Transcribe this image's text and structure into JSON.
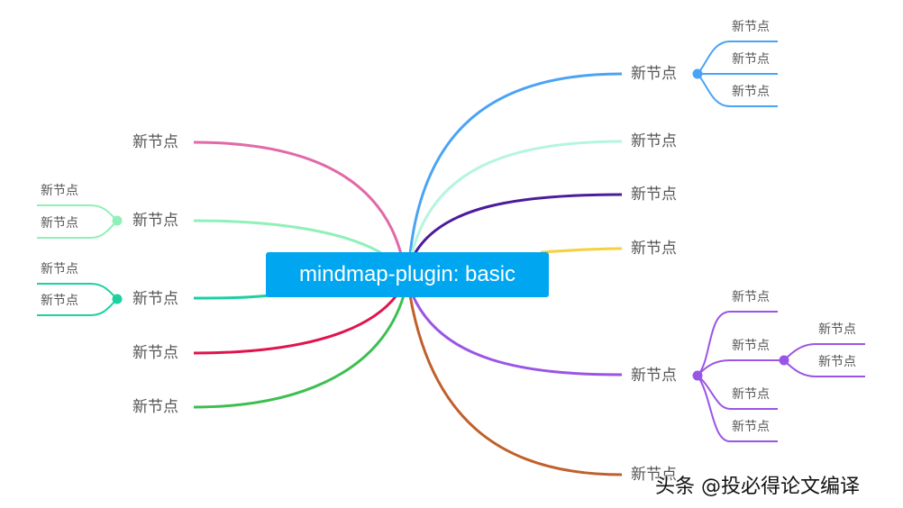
{
  "root": {
    "label": "mindmap-plugin: basic",
    "color": "#00a6f0"
  },
  "right_nodes": [
    {
      "label": "新节点",
      "color": "#4aa3f5",
      "children": [
        "新节点",
        "新节点",
        "新节点"
      ]
    },
    {
      "label": "新节点",
      "color": "#b5f5e0"
    },
    {
      "label": "新节点",
      "color": "#4b1c9a"
    },
    {
      "label": "新节点",
      "color": "#f5d040"
    },
    {
      "label": "新节点",
      "color": "#9b55e6",
      "children": [
        "新节点",
        "新节点",
        "新节点",
        "新节点"
      ],
      "grandchildren": [
        "新节点",
        "新节点"
      ]
    },
    {
      "label": "新节点",
      "color": "#c0602c"
    }
  ],
  "left_nodes": [
    {
      "label": "新节点",
      "color": "#e06aa8"
    },
    {
      "label": "新节点",
      "color": "#8ff0b8",
      "children": [
        "新节点",
        "新节点"
      ]
    },
    {
      "label": "新节点",
      "color": "#1cd0a0",
      "children": [
        "新节点",
        "新节点"
      ]
    },
    {
      "label": "新节点",
      "color": "#e0144c"
    },
    {
      "label": "新节点",
      "color": "#3cbf50"
    }
  ],
  "watermark": "头条 @投必得论文编译"
}
